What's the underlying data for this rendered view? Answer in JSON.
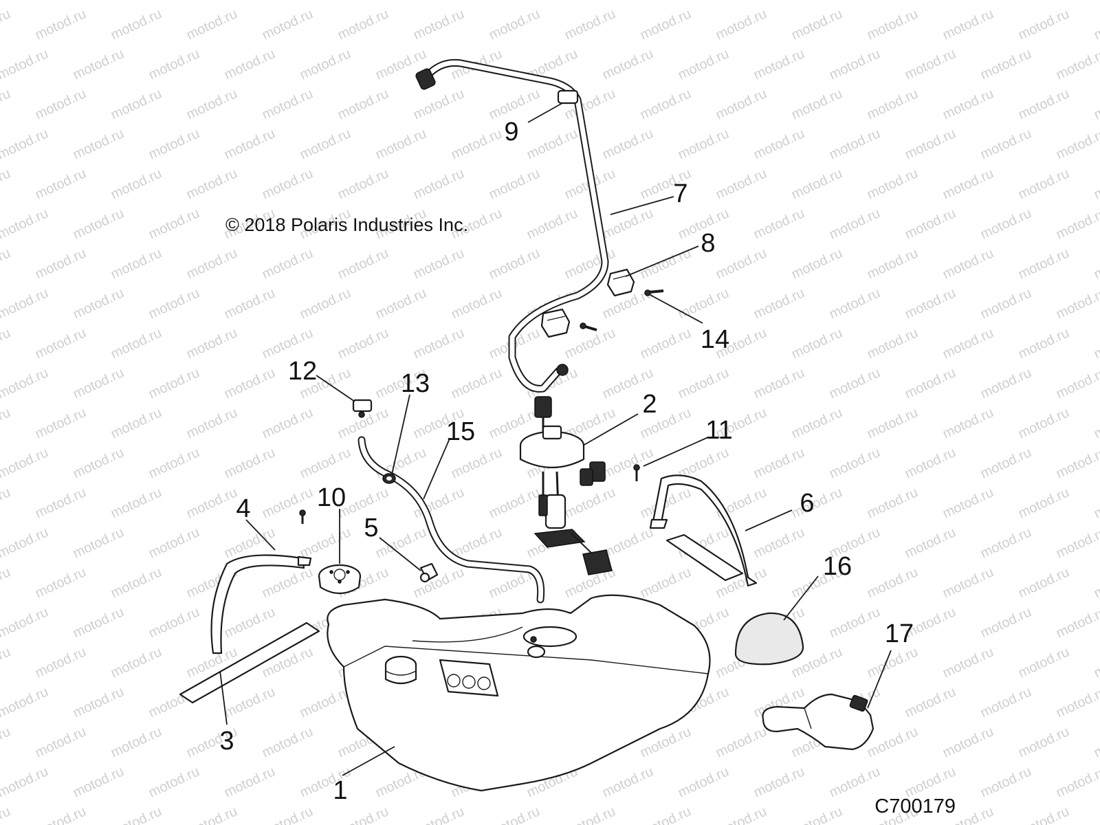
{
  "copyright": "© 2018 Polaris Industries Inc.",
  "diagram_code": "C700179",
  "watermark_text": "motod.ru",
  "callouts": [
    "1",
    "2",
    "3",
    "4",
    "5",
    "6",
    "7",
    "8",
    "9",
    "10",
    "11",
    "12",
    "13",
    "14",
    "15",
    "16",
    "17"
  ],
  "colors": {
    "line": "#1a1a1a",
    "background": "#ffffff",
    "watermark": "#cfcfcf"
  }
}
